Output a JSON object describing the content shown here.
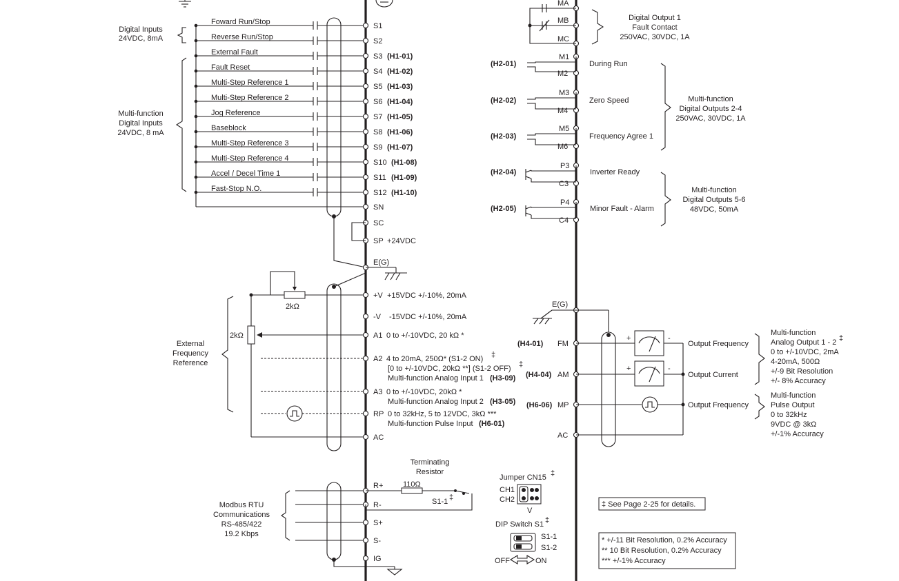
{
  "left_groups": {
    "digital_inputs": [
      "Digital Inputs",
      "24VDC, 8mA"
    ],
    "multifunction_inputs": [
      "Multi-function",
      "Digital Inputs",
      "24VDC, 8 mA"
    ],
    "ext_freq_ref": [
      "External",
      "Frequency",
      "Reference"
    ],
    "modbus": [
      "Modbus RTU",
      "Communications",
      "RS-485/422",
      "19.2 Kbps"
    ]
  },
  "inputs": [
    {
      "label": "Foward Run/Stop",
      "terminal": "S1",
      "param": ""
    },
    {
      "label": "Reverse Run/Stop",
      "terminal": "S2",
      "param": ""
    },
    {
      "label": "External Fault",
      "terminal": "S3",
      "param": "(H1-01)"
    },
    {
      "label": "Fault Reset",
      "terminal": "S4",
      "param": "(H1-02)"
    },
    {
      "label": "Multi-Step Reference 1",
      "terminal": "S5",
      "param": "(H1-03)"
    },
    {
      "label": "Multi-Step Reference 2",
      "terminal": "S6",
      "param": "(H1-04)"
    },
    {
      "label": "Jog Reference",
      "terminal": "S7",
      "param": "(H1-05)"
    },
    {
      "label": "Baseblock",
      "terminal": "S8",
      "param": "(H1-06)"
    },
    {
      "label": "Multi-Step Reference 3",
      "terminal": "S9",
      "param": "(H1-07)"
    },
    {
      "label": "Multi-Step Reference 4",
      "terminal": "S10",
      "param": "(H1-08)"
    },
    {
      "label": "Accel / Decel Time 1",
      "terminal": "S11",
      "param": "(H1-09)"
    },
    {
      "label": "Fast-Stop N.O.",
      "terminal": "S12",
      "param": "(H1-10)"
    }
  ],
  "common_terminals": {
    "sn": "SN",
    "sc": "SC",
    "sp": "SP",
    "sp_note": "+24VDC",
    "eg": "E(G)"
  },
  "analog": {
    "pot_value": "2kΩ",
    "pot2_value": "2kΩ",
    "pv": "+V",
    "pv_note": "+15VDC +/-10%, 20mA",
    "nv": "-V",
    "nv_note": "-15VDC +/-10%, 20mA",
    "a1": "A1",
    "a1_note": "0 to +/-10VDC, 20 kΩ *",
    "a2": "A2",
    "a2_line1": "4 to 20mA, 250Ω*  (S1-2 ON)",
    "a2_line2": "[0 to +/-10VDC, 20kΩ **]  (S1-2 OFF)",
    "a2_line3": "Multi-function Analog Input 1",
    "a2_param": "(H3-09)",
    "a3": "A3",
    "a3_line1": "0 to +/-10VDC, 20kΩ *",
    "a3_line2": "Multi-function Analog Input 2",
    "a3_param": "(H3-05)",
    "rp": "RP",
    "rp_line1": "0 to 32kHz, 5 to 12VDC, 3kΩ ***",
    "rp_line2": "Multi-function Pulse Input",
    "rp_param": "(H6-01)",
    "ac": "AC",
    "dagger": "‡"
  },
  "comm": {
    "rplus": "R+",
    "rminus": "R-",
    "splus": "S+",
    "sminus": "S-",
    "ig": "IG",
    "terminating": [
      "Terminating",
      "Resistor"
    ],
    "resistor": "110Ω",
    "switch": "S1-1"
  },
  "jumper": {
    "title": "Jumper CN15",
    "ch1": "CH1",
    "ch2": "CH2",
    "v": "V"
  },
  "dip": {
    "title": "DIP Switch S1",
    "s11": "S1-1",
    "s12": "S1-2",
    "off": "OFF",
    "on": "ON"
  },
  "fault_output": {
    "ma": "MA",
    "mb": "MB",
    "mc": "MC",
    "desc": [
      "Digital Output 1",
      "Fault Contact",
      "250VAC, 30VDC, 1A"
    ]
  },
  "relay_outputs": [
    {
      "top": "M1",
      "bottom": "M2",
      "param": "(H2-01)",
      "label": "During Run"
    },
    {
      "top": "M3",
      "bottom": "M4",
      "param": "(H2-02)",
      "label": "Zero Speed"
    },
    {
      "top": "M5",
      "bottom": "M6",
      "param": "(H2-03)",
      "label": "Frequency Agree 1"
    }
  ],
  "relay_group": [
    "Multi-function",
    "Digital Outputs 2-4",
    "250VAC, 30VDC, 1A"
  ],
  "photo_outputs": [
    {
      "top": "P3",
      "bottom": "C3",
      "param": "(H2-04)",
      "label": "Inverter Ready"
    },
    {
      "top": "P4",
      "bottom": "C4",
      "param": "(H2-05)",
      "label": "Minor Fault - Alarm"
    }
  ],
  "photo_group": [
    "Multi-function",
    "Digital Outputs 5-6",
    "48VDC, 50mA"
  ],
  "analog_outputs": {
    "eg": "E(G)",
    "fm_param": "(H4-01)",
    "fm": "FM",
    "fm_label": "Output Frequency",
    "am_param": "(H4-04)",
    "am": "AM",
    "am_label": "Output Current",
    "mp_param": "(H6-06)",
    "mp": "MP",
    "mp_label": "Output Frequency",
    "ac": "AC",
    "plus": "+",
    "minus": "-",
    "ao_group": [
      "Multi-function",
      "Analog Output 1 - 2",
      "0 to +/-10VDC, 2mA",
      "4-20mA, 500Ω",
      "+/-9 Bit Resolution",
      "+/- 8% Accuracy"
    ],
    "po_group": [
      "Multi-function",
      "Pulse Output",
      "0 to 32kHz",
      "9VDC @ 3kΩ",
      "+/-1% Accuracy"
    ]
  },
  "notes": {
    "see_page": "‡ See Page 2-25 for details.",
    "accuracy": [
      "* +/-11 Bit Resolution, 0.2% Accuracy",
      "** 10 Bit Resolution, 0.2% Accuracy",
      "*** +/-1% Accuracy"
    ]
  }
}
